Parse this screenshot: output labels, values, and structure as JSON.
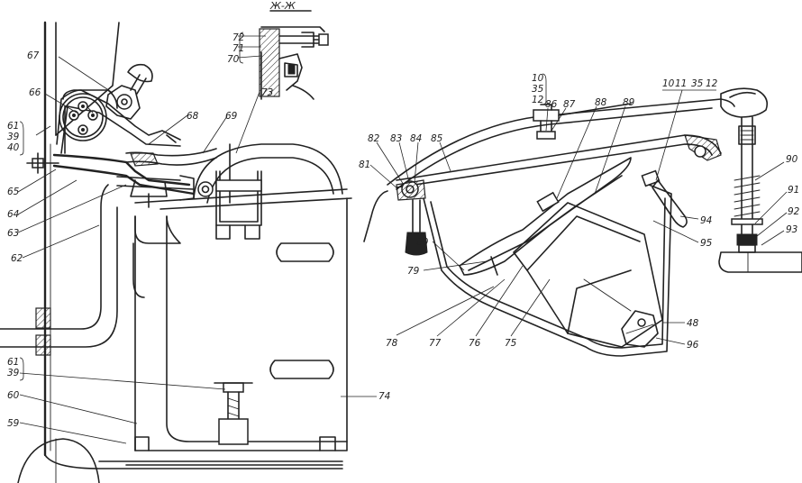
{
  "section_title": "Ж-Ж",
  "labels": {
    "l59": "59",
    "l60": "60",
    "l61a": "61",
    "l39a": "39",
    "l61b": "61",
    "l39b": "39",
    "l40": "40",
    "l62": "62",
    "l63": "63",
    "l64": "64",
    "l65": "65",
    "l66": "66",
    "l67": "67",
    "l68": "68",
    "l69": "69",
    "l70": "70",
    "l71": "71",
    "l72": "72",
    "l73": "73",
    "l74": "74",
    "l75": "75",
    "l76": "76",
    "l77": "77",
    "l78": "78",
    "l79": "79",
    "l80": "80",
    "l81": "81",
    "l82": "82",
    "l83": "83",
    "l84": "84",
    "l85": "85",
    "l86": "86",
    "l87": "87",
    "l88": "88",
    "l89": "89",
    "l90": "90",
    "l91": "91",
    "l92": "92",
    "l93": "93",
    "l94": "94",
    "l95": "95",
    "l96": "96",
    "l48": "48",
    "l10a": "10",
    "l35a": "35",
    "l12a": "12",
    "l10b": "10",
    "l11b": "11",
    "l35b": "35",
    "l12b": "12"
  }
}
